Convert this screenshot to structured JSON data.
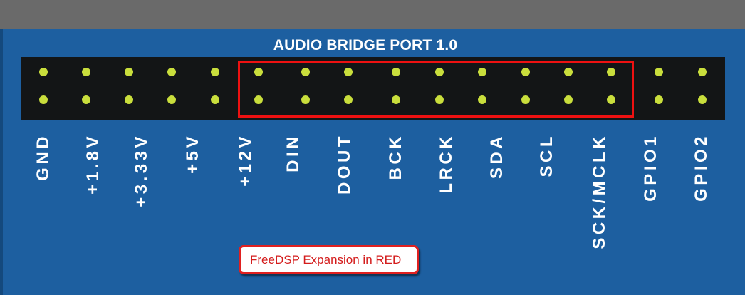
{
  "board": {
    "title": "AUDIO BRIDGE PORT 1.0",
    "pin_color": "#c9de3c",
    "header_color": "#131516",
    "board_color": "#1d5fa0",
    "highlight_color": "#ee1111"
  },
  "pins": [
    {
      "label": "GND",
      "highlighted": false
    },
    {
      "label": "+1.8V",
      "highlighted": false
    },
    {
      "label": "+3.33V",
      "highlighted": false
    },
    {
      "label": "+5V",
      "highlighted": false
    },
    {
      "label": "+12V",
      "highlighted": false
    },
    {
      "label": "DIN",
      "highlighted": true
    },
    {
      "label": "DOUT",
      "highlighted": true
    },
    {
      "label": "BCK",
      "highlighted": true
    },
    {
      "label": "LRCK",
      "highlighted": true
    },
    {
      "label": "SDA",
      "highlighted": true
    },
    {
      "label": "SCL",
      "highlighted": true
    },
    {
      "label": "SCK/MCLK",
      "highlighted": true
    },
    {
      "label": "GPIO1",
      "highlighted": false
    },
    {
      "label": "GPIO2",
      "highlighted": false
    }
  ],
  "note": {
    "text": "FreeDSP Expansion in RED"
  }
}
